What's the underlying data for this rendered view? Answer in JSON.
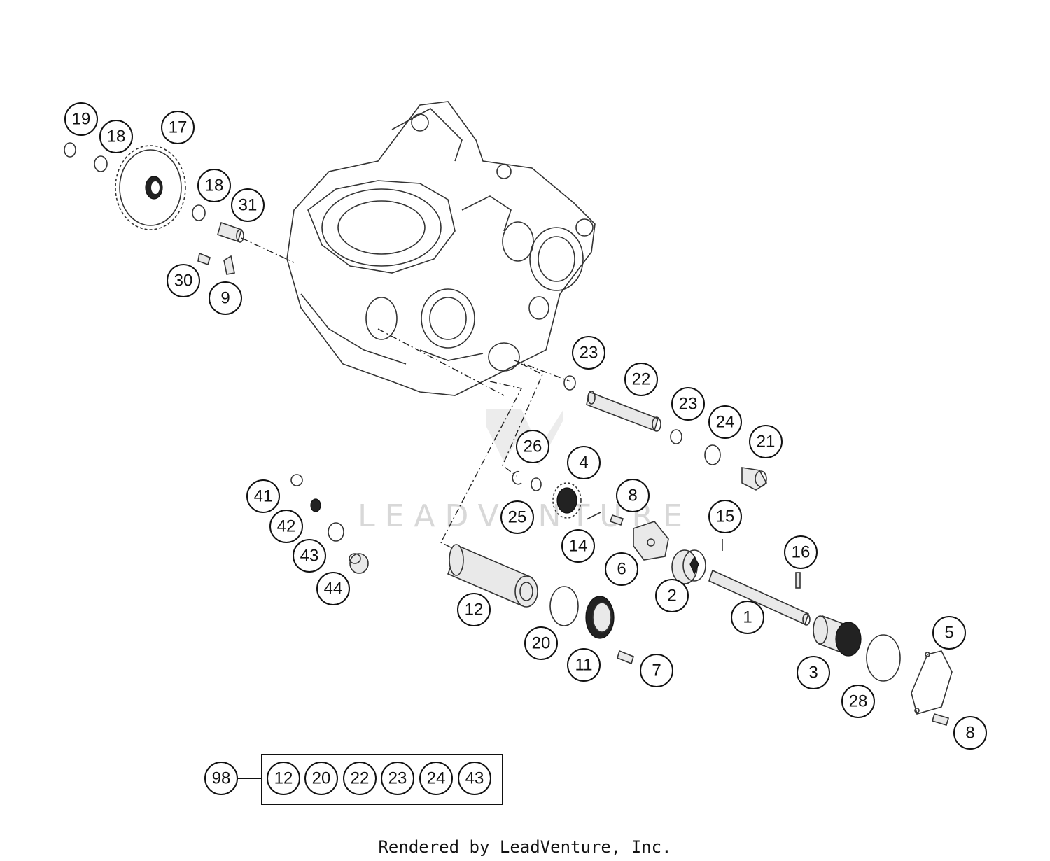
{
  "callouts": [
    {
      "label": "19"
    },
    {
      "label": "18"
    },
    {
      "label": "17"
    },
    {
      "label": "18"
    },
    {
      "label": "31"
    },
    {
      "label": "30"
    },
    {
      "label": "9"
    },
    {
      "label": "23"
    },
    {
      "label": "22"
    },
    {
      "label": "23"
    },
    {
      "label": "24"
    },
    {
      "label": "21"
    },
    {
      "label": "26"
    },
    {
      "label": "4"
    },
    {
      "label": "8"
    },
    {
      "label": "25"
    },
    {
      "label": "15"
    },
    {
      "label": "14"
    },
    {
      "label": "6"
    },
    {
      "label": "16"
    },
    {
      "label": "2"
    },
    {
      "label": "41"
    },
    {
      "label": "42"
    },
    {
      "label": "43"
    },
    {
      "label": "44"
    },
    {
      "label": "12"
    },
    {
      "label": "1"
    },
    {
      "label": "20"
    },
    {
      "label": "11"
    },
    {
      "label": "7"
    },
    {
      "label": "5"
    },
    {
      "label": "3"
    },
    {
      "label": "28"
    },
    {
      "label": "8"
    }
  ],
  "kit": {
    "label": "98",
    "items": [
      "12",
      "20",
      "22",
      "23",
      "24",
      "43"
    ]
  },
  "watermark": "LEADVENTURE",
  "footer": "Rendered by LeadVenture, Inc."
}
